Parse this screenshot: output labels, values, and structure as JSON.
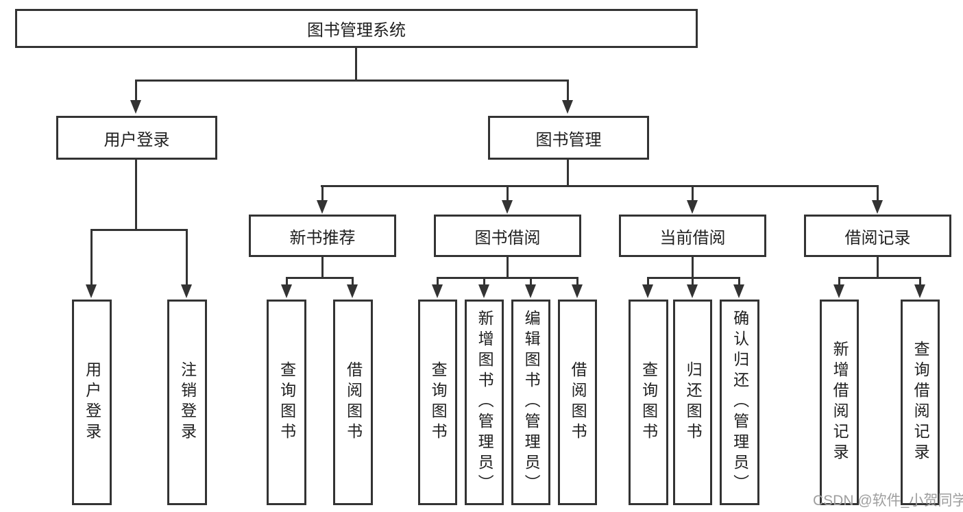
{
  "diagram": {
    "root": "图书管理系统",
    "level2": [
      "用户登录",
      "图书管理"
    ],
    "level3": [
      "新书推荐",
      "图书借阅",
      "当前借阅",
      "借阅记录"
    ],
    "leaves_login": [
      "用户登录",
      "注销登录"
    ],
    "leaves_recommend": [
      "查询图书",
      "借阅图书"
    ],
    "leaves_borrow": [
      "查询图书",
      "新增图书（管理员）",
      "编辑图书（管理员）",
      "借阅图书"
    ],
    "leaves_current": [
      "查询图书",
      "归还图书",
      "确认归还（管理员）"
    ],
    "leaves_records": [
      "新增借阅记录",
      "查询借阅记录"
    ]
  },
  "watermark": "CSDN @软件_小贺同学",
  "colors": {
    "line": "#333333",
    "text": "#1f1f1f",
    "watermark_text": "#9e9e9e",
    "background": "#ffffff"
  }
}
